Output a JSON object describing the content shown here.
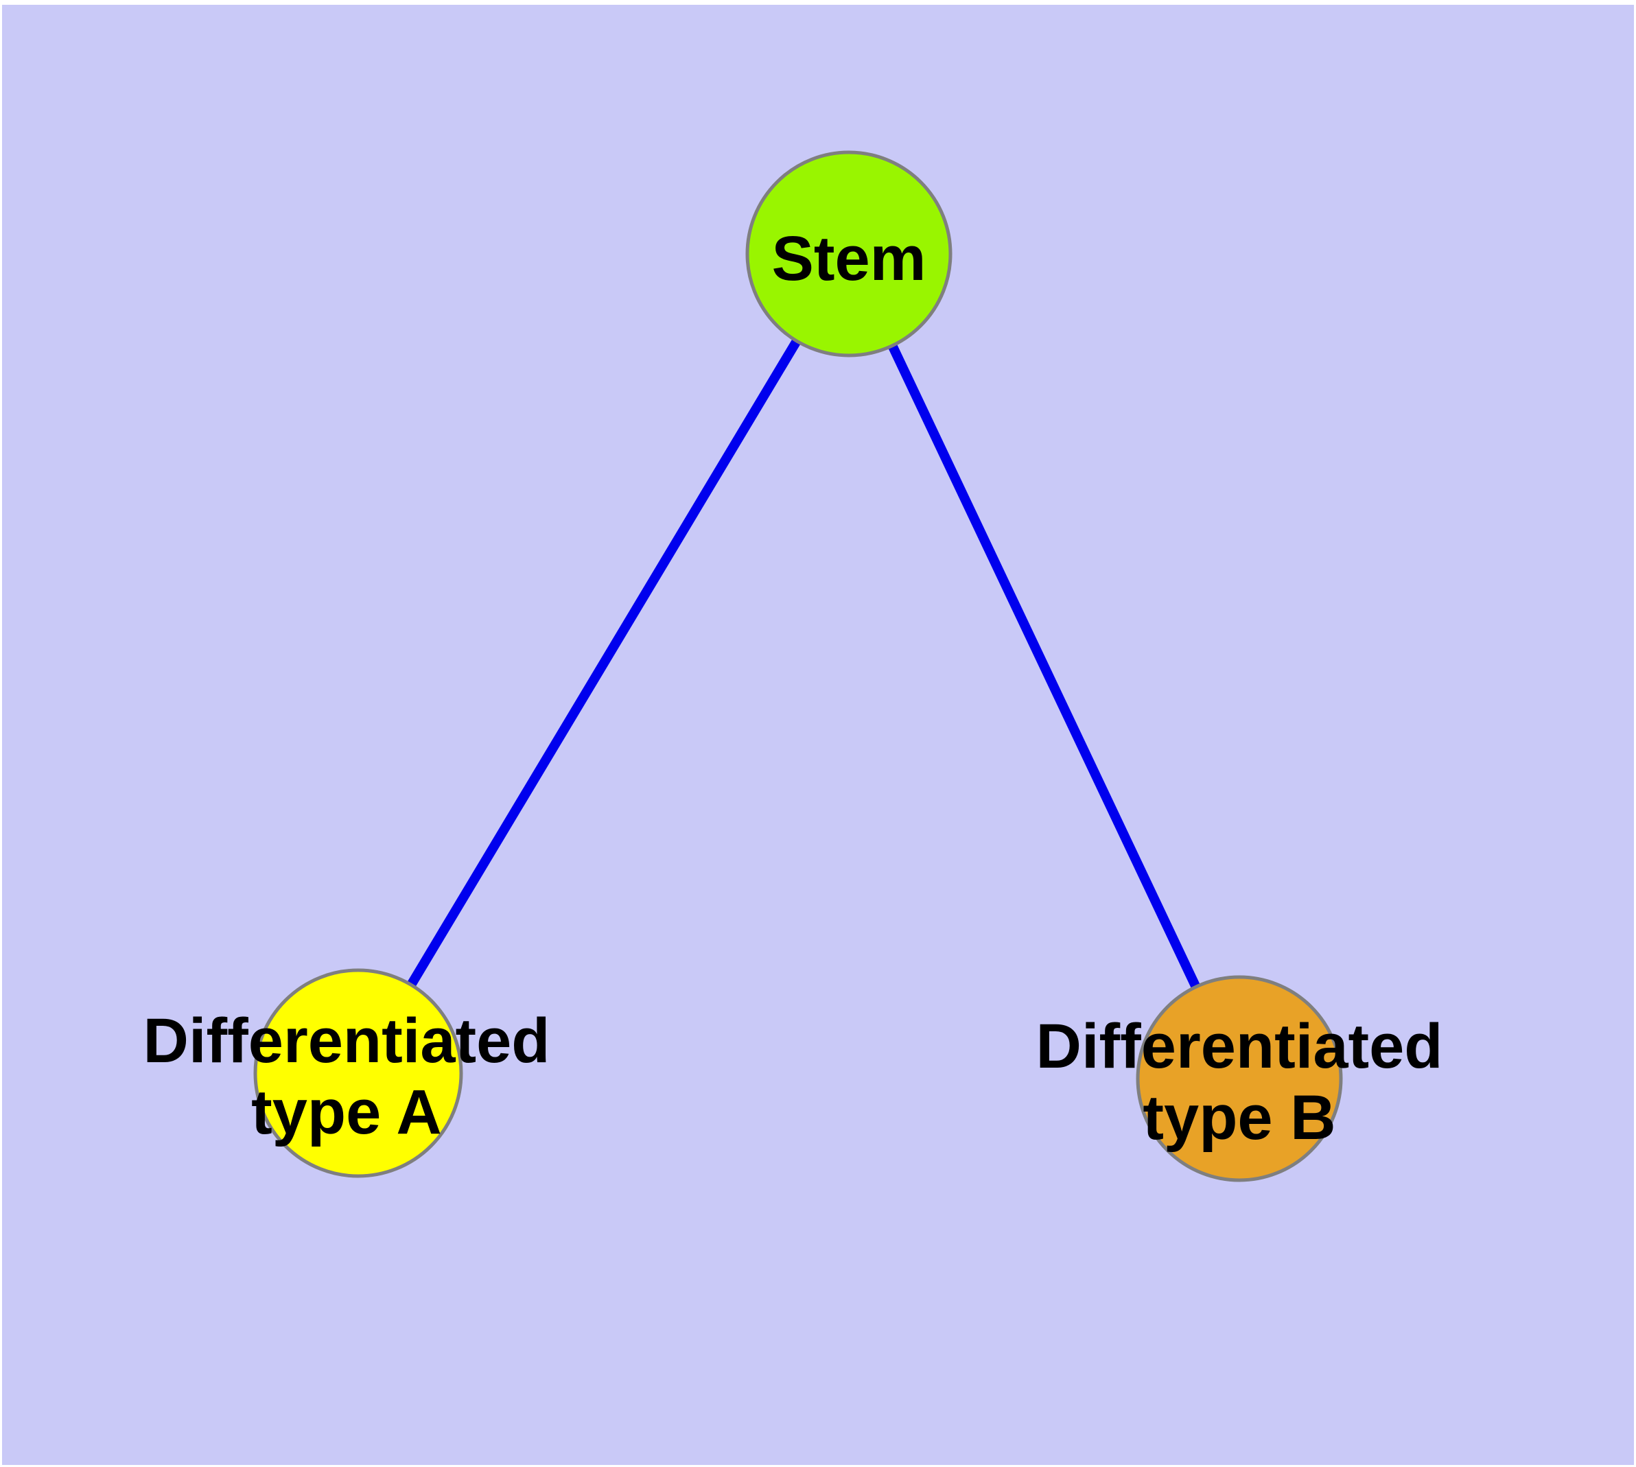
{
  "diagram": {
    "type": "node-link-graph",
    "background_color": "#c9c9f7",
    "frame_color": "#ffffff",
    "edge_color": "#0000ee",
    "node_border_color": "#7f7f7f",
    "label_color": "#000000",
    "nodes": [
      {
        "id": "stem",
        "label": "Stem",
        "fill": "#99f500"
      },
      {
        "id": "differentiated-type-a",
        "label_line1": "Differentiated",
        "label_line2": "type A",
        "fill": "#ffff00"
      },
      {
        "id": "differentiated-type-b",
        "label_line1": "Differentiated",
        "label_line2": "type B",
        "fill": "#e8a227"
      }
    ],
    "edges": [
      {
        "from": "stem",
        "to": "differentiated-type-a"
      },
      {
        "from": "stem",
        "to": "differentiated-type-b"
      }
    ]
  }
}
